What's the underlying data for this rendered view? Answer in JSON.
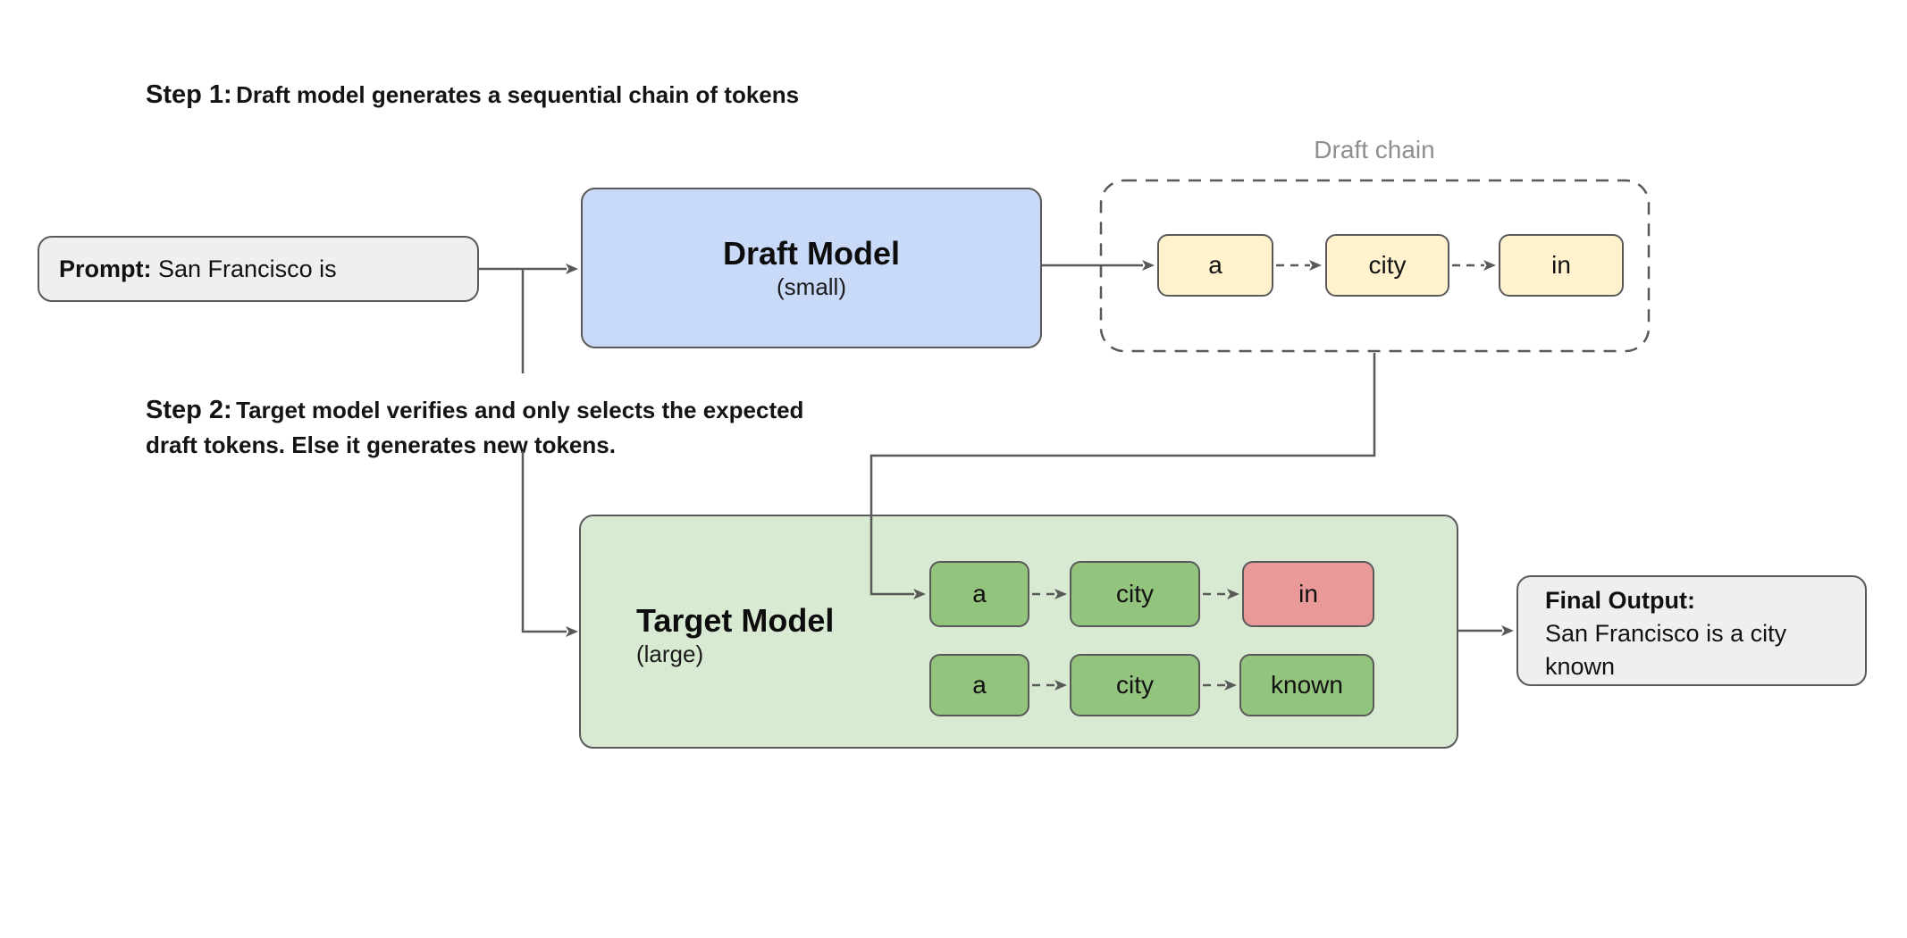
{
  "step1": {
    "label": "Step 1:",
    "text": "Draft model generates a sequential chain of tokens"
  },
  "prompt": {
    "label": "Prompt:",
    "text": "San Francisco is"
  },
  "draft_model": {
    "title": "Draft Model",
    "subtitle": "(small)"
  },
  "draft_chain": {
    "label": "Draft chain",
    "tokens": [
      "a",
      "city",
      "in"
    ]
  },
  "step2": {
    "label": "Step 2:",
    "line1_rest": "Target model verifies and only selects the expected",
    "line2": "draft tokens. Else it generates new tokens."
  },
  "target_model": {
    "title": "Target Model",
    "subtitle": "(large)",
    "rows": [
      {
        "tokens": [
          {
            "text": "a",
            "state": "accepted"
          },
          {
            "text": "city",
            "state": "accepted"
          },
          {
            "text": "in",
            "state": "rejected"
          }
        ]
      },
      {
        "tokens": [
          {
            "text": "a",
            "state": "accepted"
          },
          {
            "text": "city",
            "state": "accepted"
          },
          {
            "text": "known",
            "state": "accepted"
          }
        ]
      }
    ]
  },
  "final_output": {
    "label": "Final Output:",
    "line1": "San Francisco is a city",
    "line2": "known"
  },
  "colors": {
    "line_and_border": "#595959",
    "gray_box_fill": "#efefef",
    "draft_model_fill": "#c9daf8",
    "draft_token_fill": "#fff2cc",
    "target_model_fill": "#d9ead3",
    "accepted_token_fill": "#93c47d",
    "rejected_token_fill": "#ea9999",
    "muted_label_text": "#8e8e8e",
    "background": "#ffffff"
  }
}
